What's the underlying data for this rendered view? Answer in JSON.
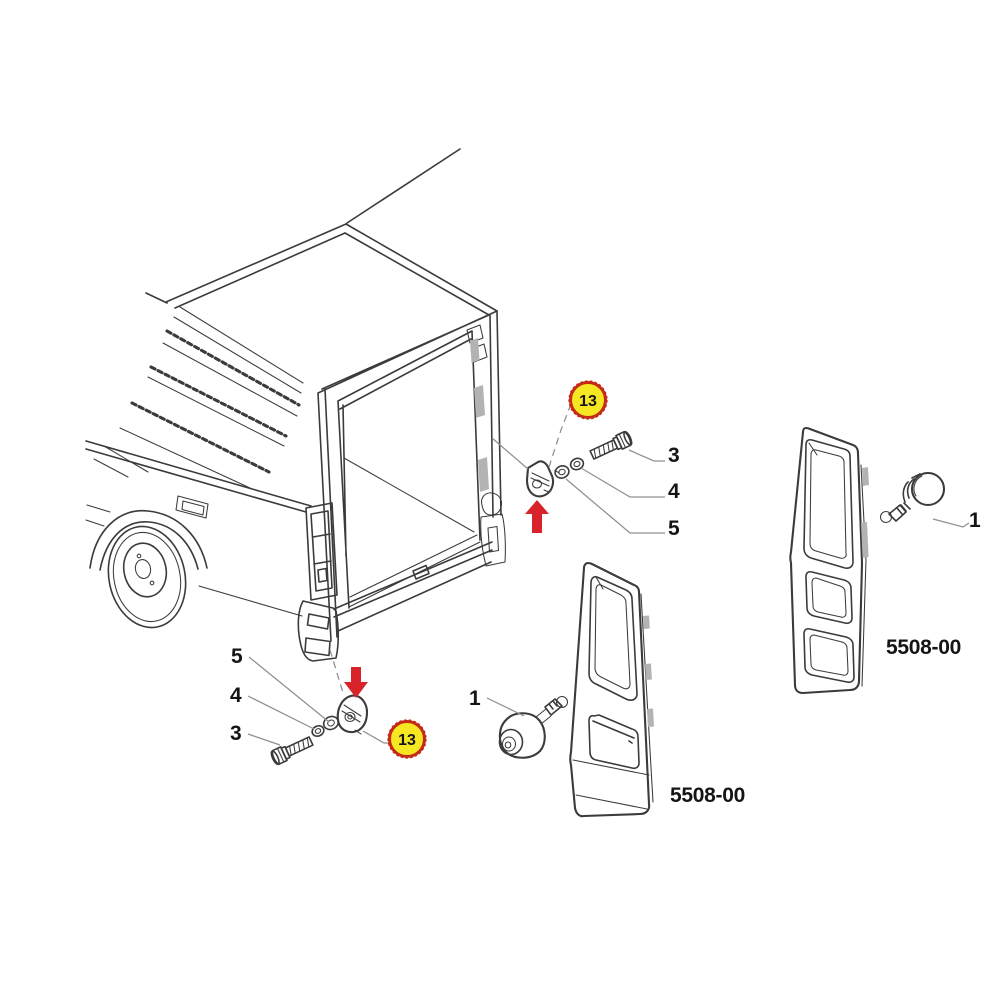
{
  "colors": {
    "line": "#3b3b3b",
    "leader": "#8f8f8f",
    "text": "#151515",
    "arrow_red": "#d8232a",
    "badge_fill": "#f5e822",
    "badge_stroke": "#c42a18",
    "seam_gray": "#b3b3b3"
  },
  "callouts": {
    "upper": {
      "badge": "13",
      "bolt": "3",
      "flat_washer": "4",
      "spring_washer": "5"
    },
    "lower": {
      "badge": "13",
      "bolt": "3",
      "flat_washer": "4",
      "spring_washer": "5"
    },
    "left_lock": "1",
    "right_lock": "1"
  },
  "part_numbers": {
    "left_door": "5508-00",
    "right_door": "5508-00"
  }
}
